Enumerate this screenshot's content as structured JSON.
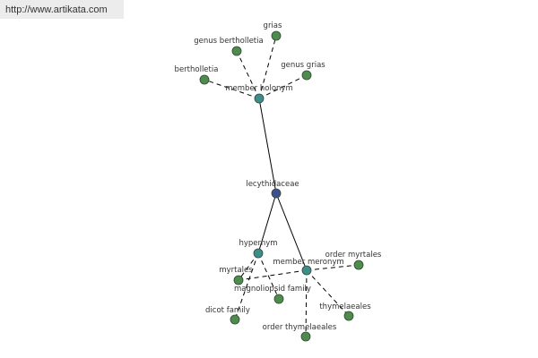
{
  "banner": {
    "url": "http://www.artikata.com"
  },
  "colors": {
    "center": "#3d4f8f",
    "relation": "#3f8c8c",
    "leaf": "#4f8a4f",
    "edge": "#000000"
  },
  "graph": {
    "nodes": [
      {
        "id": "center",
        "label": "lecythidaceae",
        "kind": "center"
      },
      {
        "id": "holonym",
        "label": "member holonym",
        "kind": "relation"
      },
      {
        "id": "hypernym",
        "label": "hypernym",
        "kind": "relation"
      },
      {
        "id": "meronym",
        "label": "member meronym",
        "kind": "relation"
      },
      {
        "id": "grias",
        "label": "grias",
        "kind": "leaf"
      },
      {
        "id": "genus_bertholletia",
        "label": "genus bertholletia",
        "kind": "leaf"
      },
      {
        "id": "bertholletia",
        "label": "bertholletia",
        "kind": "leaf"
      },
      {
        "id": "genus_grias",
        "label": "genus grias",
        "kind": "leaf"
      },
      {
        "id": "myrtales",
        "label": "myrtales",
        "kind": "leaf"
      },
      {
        "id": "magnoliopsid_family",
        "label": "magnoliopsid family",
        "kind": "leaf"
      },
      {
        "id": "dicot_family",
        "label": "dicot family",
        "kind": "leaf"
      },
      {
        "id": "order_myrtales",
        "label": "order myrtales",
        "kind": "leaf"
      },
      {
        "id": "thymelaeales",
        "label": "thymelaeales",
        "kind": "leaf"
      },
      {
        "id": "order_thymelaeales",
        "label": "order thymelaeales",
        "kind": "leaf"
      }
    ],
    "edges": [
      {
        "from": "center",
        "to": "holonym",
        "style": "solid"
      },
      {
        "from": "center",
        "to": "hypernym",
        "style": "solid"
      },
      {
        "from": "center",
        "to": "meronym",
        "style": "solid"
      },
      {
        "from": "holonym",
        "to": "grias",
        "style": "dashed"
      },
      {
        "from": "holonym",
        "to": "genus_bertholletia",
        "style": "dashed"
      },
      {
        "from": "holonym",
        "to": "bertholletia",
        "style": "dashed"
      },
      {
        "from": "holonym",
        "to": "genus_grias",
        "style": "dashed"
      },
      {
        "from": "hypernym",
        "to": "myrtales",
        "style": "dashed"
      },
      {
        "from": "hypernym",
        "to": "magnoliopsid_family",
        "style": "dashed"
      },
      {
        "from": "hypernym",
        "to": "dicot_family",
        "style": "dashed"
      },
      {
        "from": "meronym",
        "to": "order_myrtales",
        "style": "dashed"
      },
      {
        "from": "meronym",
        "to": "thymelaeales",
        "style": "dashed"
      },
      {
        "from": "meronym",
        "to": "order_thymelaeales",
        "style": "dashed"
      },
      {
        "from": "meronym",
        "to": "myrtales",
        "style": "dashed"
      }
    ]
  }
}
